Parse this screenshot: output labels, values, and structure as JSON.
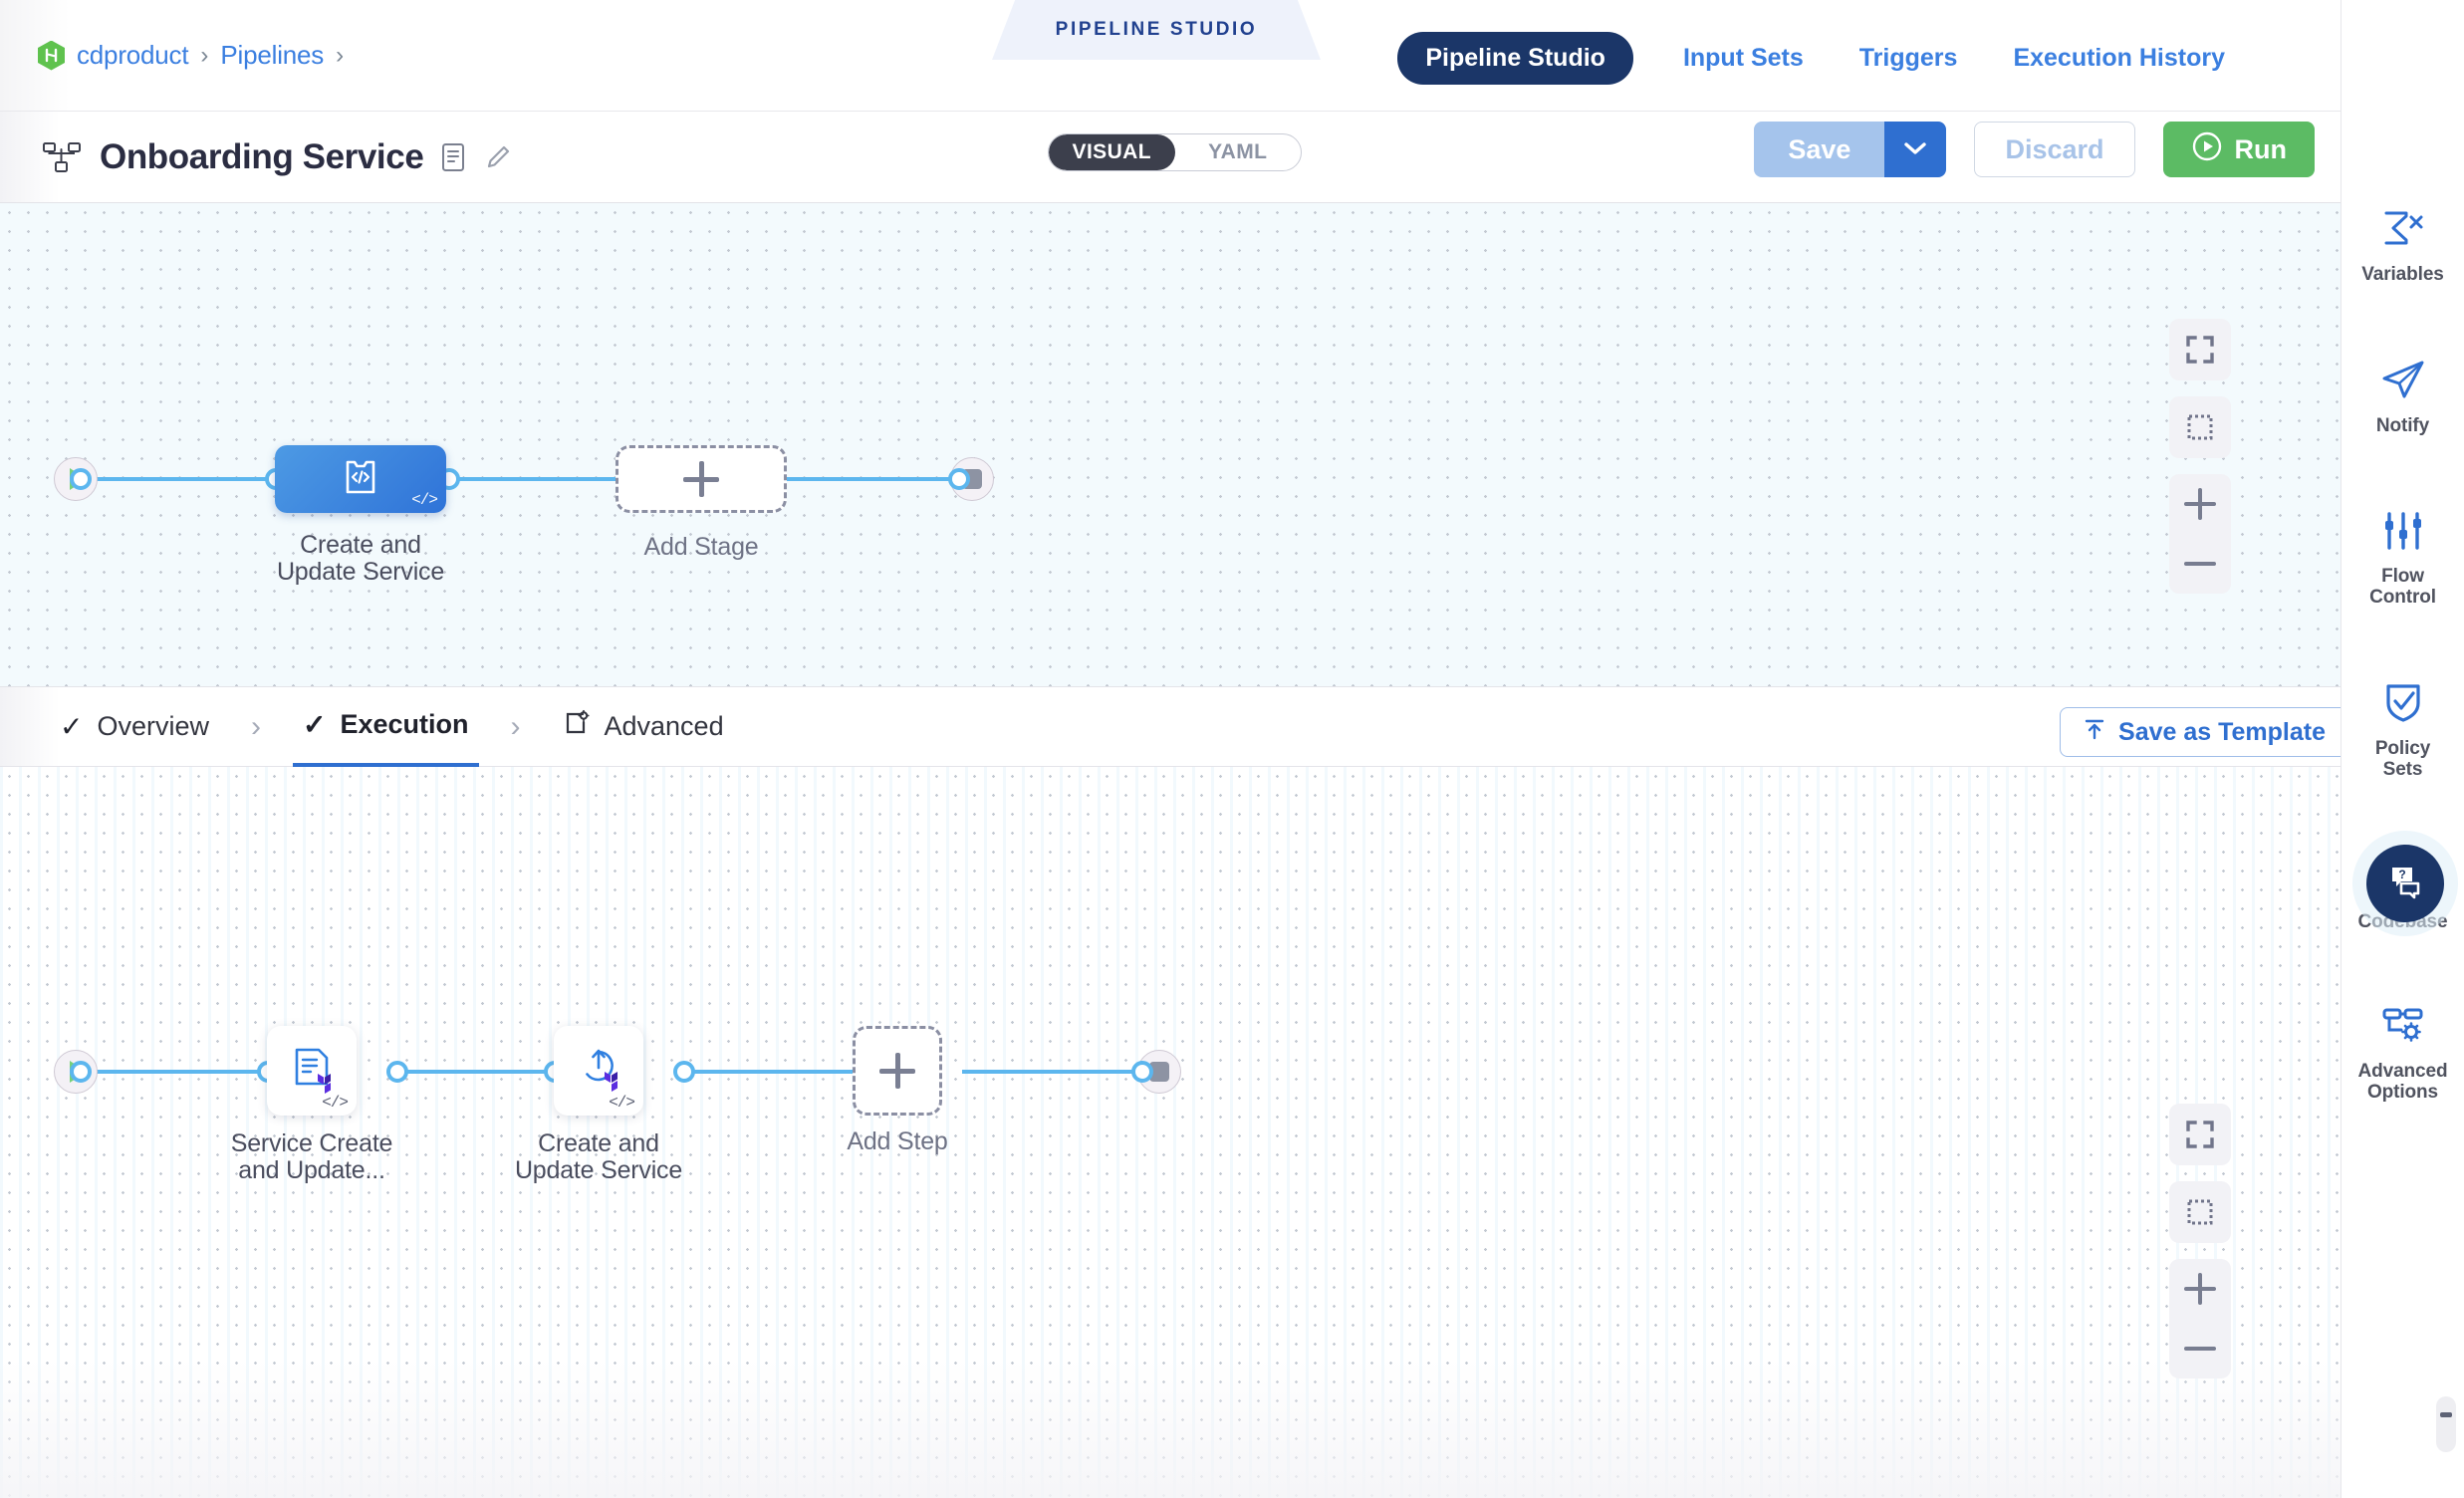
{
  "breadcrumb": {
    "logo_icon": "harness-logo-icon",
    "items": [
      {
        "label": "cdproduct"
      },
      {
        "label": "Pipelines"
      }
    ],
    "separator": "›"
  },
  "studio_tag": {
    "label": "PIPELINE STUDIO"
  },
  "nav": {
    "tabs": [
      {
        "label": "Pipeline Studio",
        "active": true
      },
      {
        "label": "Input Sets",
        "active": false
      },
      {
        "label": "Triggers",
        "active": false
      },
      {
        "label": "Execution History",
        "active": false
      }
    ]
  },
  "titlebar": {
    "pipeline_icon": "pipeline-hierarchy-icon",
    "title": "Onboarding Service",
    "description_icon": "description-icon",
    "edit_icon": "pencil-edit-icon"
  },
  "view_toggle": {
    "options": [
      {
        "label": "VISUAL",
        "active": true
      },
      {
        "label": "YAML",
        "active": false
      }
    ]
  },
  "toolbar": {
    "save_label": "Save",
    "save_caret_icon": "chevron-down-icon",
    "discard_label": "Discard",
    "run_label": "Run",
    "run_icon": "play-circle-icon",
    "more_icon": "kebab-menu-icon"
  },
  "stage_canvas": {
    "start_icon": "play-start-icon",
    "end_icon": "stop-end-icon",
    "nodes": [
      {
        "label": "Create and\nUpdate Service",
        "line1": "Create and",
        "line2": "Update Service",
        "icon": "custom-stage-icon",
        "badge": "</>",
        "selected": true
      }
    ],
    "add_node": {
      "label": "Add Stage",
      "icon": "plus-icon"
    },
    "controls": [
      {
        "icon": "fit-to-screen-icon"
      },
      {
        "icon": "selection-box-icon"
      },
      {
        "icon": "zoom-in-icon"
      },
      {
        "icon": "zoom-out-icon"
      }
    ]
  },
  "stage_tabs": {
    "items": [
      {
        "label": "Overview",
        "icon": "check-icon",
        "active": false
      },
      {
        "label": "Execution",
        "icon": "check-icon",
        "active": true
      },
      {
        "label": "Advanced",
        "icon": "advanced-gear-doc-icon",
        "active": false
      }
    ],
    "arrow": "›",
    "save_as_template": {
      "label": "Save as Template",
      "icon": "upload-template-icon"
    }
  },
  "step_canvas": {
    "start_icon": "play-start-icon",
    "end_icon": "stop-end-icon",
    "nodes": [
      {
        "line1": "Service Create",
        "line2": "and Update...",
        "icon": "terraform-plan-icon",
        "badge": "</>"
      },
      {
        "line1": "Create and",
        "line2": "Update Service",
        "icon": "terraform-apply-icon",
        "badge": "</>"
      }
    ],
    "add_node": {
      "label": "Add Step",
      "icon": "plus-icon"
    },
    "controls": [
      {
        "icon": "fit-to-screen-icon"
      },
      {
        "icon": "selection-box-icon"
      },
      {
        "icon": "zoom-in-icon"
      },
      {
        "icon": "zoom-out-icon"
      }
    ]
  },
  "sidebar": {
    "items": [
      {
        "label": "Variables",
        "icon": "sigma-variables-icon",
        "badge": false
      },
      {
        "label": "Notify",
        "icon": "paper-plane-icon",
        "badge": false
      },
      {
        "label": "Flow\nControl",
        "line1": "Flow",
        "line2": "Control",
        "icon": "sliders-icon",
        "badge": false
      },
      {
        "label": "Policy\nSets",
        "line1": "Policy",
        "line2": "Sets",
        "icon": "shield-check-icon",
        "badge": false
      },
      {
        "label": "Codebase",
        "icon": "codebase-icon",
        "badge": true
      },
      {
        "label": "Advanced\nOptions",
        "line1": "Advanced",
        "line2": "Options",
        "icon": "advanced-options-icon",
        "badge": false
      }
    ],
    "help": {
      "icon": "help-chat-icon",
      "label": "?"
    }
  },
  "colors": {
    "accent_blue": "#2f6fd0",
    "nav_active": "#1b3668",
    "run_green": "#5cbb64",
    "edge_blue": "#5cb6ee",
    "stage_gradient_start": "#4d9ae4",
    "stage_gradient_end": "#2f73d8",
    "canvas_top_bg": "#f3fafd",
    "warning_orange": "#e8853c"
  }
}
